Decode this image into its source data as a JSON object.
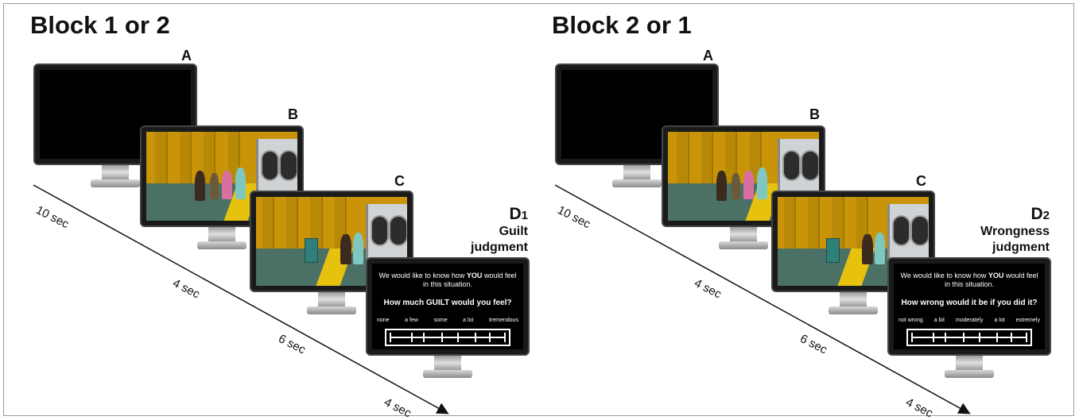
{
  "panels": [
    {
      "title": "Block 1 or 2",
      "labels": {
        "a": "A",
        "b": "B",
        "c": "C"
      },
      "d_label": {
        "code": "D",
        "subscript": "1",
        "line1": "Guilt",
        "line2": "judgment"
      },
      "timeline": [
        "10 sec",
        "4 sec",
        "6 sec",
        "4 sec"
      ],
      "question_screen": {
        "intro_part1": "We would like to know how ",
        "intro_emphasis": "YOU",
        "intro_part2": " would feel in this situation.",
        "question": "How much GUILT would you feel?",
        "scale": [
          "none",
          "a few",
          "some",
          "a lot",
          "tremendous"
        ]
      }
    },
    {
      "title": "Block 2 or 1",
      "labels": {
        "a": "A",
        "b": "B",
        "c": "C"
      },
      "d_label": {
        "code": "D",
        "subscript": "2",
        "line1": "Wrongness",
        "line2": "judgment"
      },
      "timeline": [
        "10 sec",
        "4 sec",
        "6 sec",
        "4 sec"
      ],
      "question_screen": {
        "intro_part1": "We would like to know how ",
        "intro_emphasis": "YOU",
        "intro_part2": " would feel in this situation.",
        "question": "How wrong would it be if you did it?",
        "scale": [
          "not wrong",
          "a bit",
          "moderately",
          "a lot",
          "extremely"
        ]
      }
    }
  ]
}
